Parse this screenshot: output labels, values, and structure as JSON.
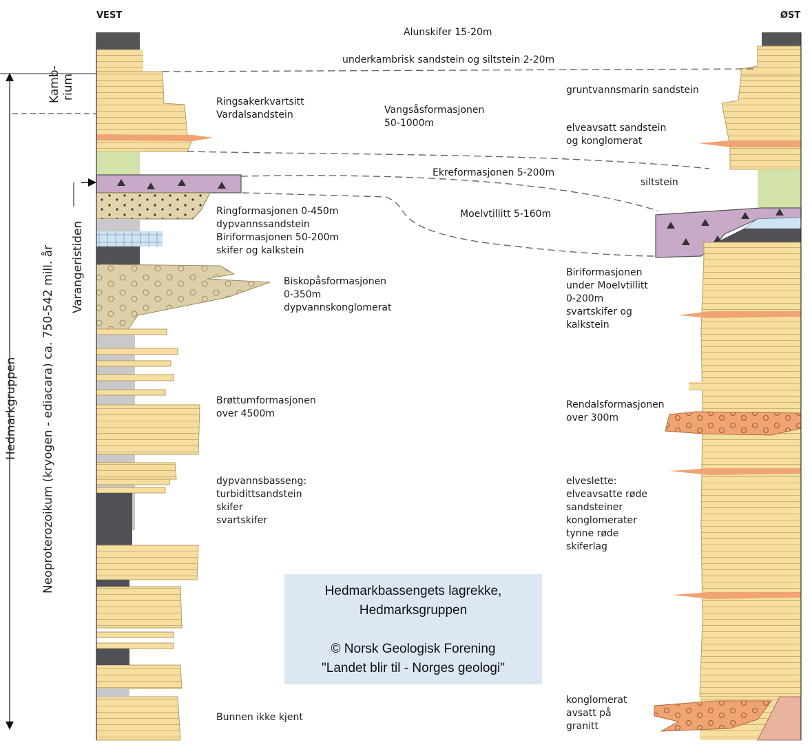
{
  "headers": {
    "west": "VEST",
    "east": "ØST"
  },
  "side_labels": {
    "kambrium_1": "Kamb-",
    "kambrium_2": "rium",
    "hedmarkgruppen": "Hedmarkgruppen",
    "neoproterozoikum": "Neoproterozoikum (kryogen - ediacara) ca. 750-542 mill. år",
    "varangeristiden": "Varangeristiden"
  },
  "center_labels": {
    "alunskifer": "Alunskifer 15-20m",
    "underkambrisk": "underkambrisk sandstein og siltstein 2-20m",
    "vangsas_1": "Vangsåsformasjonen",
    "vangsas_2": "50-1000m",
    "ekre": "Ekreformasjonen 5-200m",
    "moelv": "Moelvtillitt 5-160m"
  },
  "west_labels": {
    "ringsaker_1": "Ringsakerkvartsitt",
    "ringsaker_2": "Vardalsandstein",
    "ring_1": "Ringformasjonen 0-450m",
    "ring_2": "dypvannssandstein",
    "ring_3": "Biriformasjonen 50-200m",
    "ring_4": "skifer og kalkstein",
    "biskopas_1": "Biskopåsformasjonen",
    "biskopas_2": "0-350m",
    "biskopas_3": "dypvannskonglomerat",
    "brottum_1": "Brøttumformasjonen",
    "brottum_2": "over 4500m",
    "dyp_1": "dypvannsbasseng:",
    "dyp_2": "turbiditt­sandstein",
    "dyp_3": "skifer",
    "dyp_4": "svartskifer",
    "bunnen": "Bunnen ikke kjent"
  },
  "east_labels": {
    "gruntvann": "gruntvannsmarin sandstein",
    "elveavsatt_1": "elveavsatt sandstein",
    "elveavsatt_2": "og konglomerat",
    "siltstein": "siltstein",
    "biri_1": "Biriformasjonen",
    "biri_2": "under Moelvtillitt",
    "biri_3": "0-200m",
    "biri_4": "svartskifer og",
    "biri_5": "kalkstein",
    "rendal_1": "Rendalsformasjonen",
    "rendal_2": "over 300m",
    "elveslette_1": "elveslette:",
    "elveslette_2": "elveavsatte røde",
    "elveslette_3": "sandsteiner",
    "elveslette_4": "konglomerater",
    "elveslette_5": "tynne røde",
    "elveslette_6": "skiferlag",
    "kong_1": "konglomerat",
    "kong_2": "avsatt på",
    "kong_3": "granitt"
  },
  "credit": {
    "line1": "Hedmarkbassengets lagrekke,",
    "line2": "Hedmarksgruppen",
    "line3": "© Norsk Geologisk Forening",
    "line4": "\"Landet blir til - Norges geologi\""
  },
  "colors": {
    "sandstone": "#f6dea0",
    "sandstone_dark": "#d7bb78",
    "conglomerate": "#ddd0a8",
    "shale_grey": "#c9c9cc",
    "black_shale": "#505056",
    "tillite": "#c8a9c8",
    "siltstone": "#d2e2a8",
    "limestone": "#cfe3f2",
    "red_layer": "#f0a474",
    "granite": "#e8b4a0",
    "credit_bg": "#dce7f2"
  }
}
